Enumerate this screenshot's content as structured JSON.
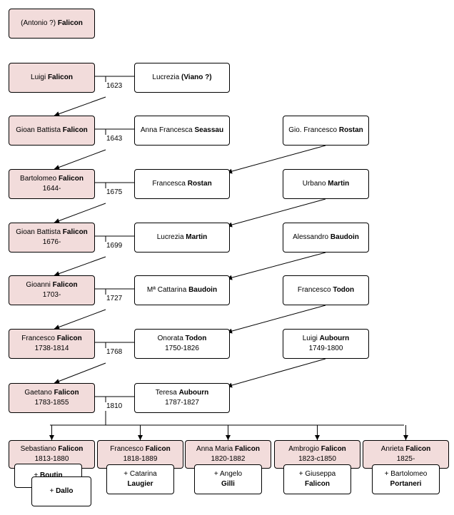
{
  "colors": {
    "falicon_fill": "#f2dcdb",
    "spouse_fill": "#ffffff",
    "line": "#000000"
  },
  "generations": [
    {
      "person": {
        "given": "(Antonio ?) ",
        "surname": "Falicon",
        "dates": ""
      }
    },
    {
      "person": {
        "given": "Luigi ",
        "surname": "Falicon",
        "dates": ""
      },
      "spouse": {
        "given": "Lucrezia ",
        "surname": "(Viano ?)",
        "dates": ""
      },
      "marriage": "1623"
    },
    {
      "person": {
        "given": "Gioan Battista ",
        "surname": "Falicon",
        "dates": ""
      },
      "spouse": {
        "given": "Anna Francesca ",
        "surname": "Seassau",
        "dates": ""
      },
      "marriage": "1643"
    },
    {
      "person": {
        "given": "Bartolomeo ",
        "surname": "Falicon",
        "dates": "1644-"
      },
      "spouse": {
        "given": "Francesca ",
        "surname": "Rostan",
        "dates": ""
      },
      "marriage": "1675",
      "spouse_father": {
        "given": "Gio. Francesco ",
        "surname": "Rostan",
        "dates": ""
      }
    },
    {
      "person": {
        "given": "Gioan Battista ",
        "surname": "Falicon",
        "dates": "1676-"
      },
      "spouse": {
        "given": "Lucrezia ",
        "surname": "Martin",
        "dates": ""
      },
      "marriage": "1699",
      "spouse_father": {
        "given": "Urbano ",
        "surname": "Martin",
        "dates": ""
      }
    },
    {
      "person": {
        "given": "Gioanni ",
        "surname": "Falicon",
        "dates": "1703-"
      },
      "spouse": {
        "given": "Mª Cattarina ",
        "surname": "Baudoin",
        "dates": ""
      },
      "marriage": "1727",
      "spouse_father": {
        "given": "Alessandro ",
        "surname": "Baudoin",
        "dates": ""
      }
    },
    {
      "person": {
        "given": "Francesco ",
        "surname": "Falicon",
        "dates": "1738-1814"
      },
      "spouse": {
        "given": "Onorata ",
        "surname": "Todon",
        "dates": "1750-1826"
      },
      "marriage": "1768",
      "spouse_father": {
        "given": "Francesco ",
        "surname": "Todon",
        "dates": ""
      }
    },
    {
      "person": {
        "given": "Gaetano ",
        "surname": "Falicon",
        "dates": "1783-1855"
      },
      "spouse": {
        "given": "Teresa ",
        "surname": "Aubourn",
        "dates": "1787-1827"
      },
      "marriage": "1810",
      "spouse_father": {
        "given": "Luigi ",
        "surname": "Aubourn",
        "dates": "1749-1800"
      }
    }
  ],
  "children": [
    {
      "given": "Sebastiano ",
      "surname": "Falicon",
      "dates": "1813-1880",
      "spouses": [
        {
          "prefix": "+ ",
          "given": "",
          "surname": "Boutin"
        },
        {
          "prefix": "+ ",
          "given": "",
          "surname": "Dallo"
        }
      ]
    },
    {
      "given": "Francesco ",
      "surname": "Falicon",
      "dates": "1818-1889",
      "spouses": [
        {
          "prefix": "+ ",
          "given": "Catarina",
          "surname": "Laugier"
        }
      ]
    },
    {
      "given": "Anna Maria ",
      "surname": "Falicon",
      "dates": "1820-1882",
      "spouses": [
        {
          "prefix": "+ ",
          "given": "Angelo ",
          "surname": "Gilli"
        }
      ]
    },
    {
      "given": "Ambrogio ",
      "surname": "Falicon",
      "dates": "1823-c1850",
      "spouses": [
        {
          "prefix": "+ ",
          "given": "Giuseppa",
          "surname": "Falicon"
        }
      ]
    },
    {
      "given": "Anrieta ",
      "surname": "Falicon",
      "dates": "1825-",
      "spouses": [
        {
          "prefix": "+ ",
          "given": "Bartolomeo",
          "surname": "Portaneri"
        }
      ]
    }
  ]
}
